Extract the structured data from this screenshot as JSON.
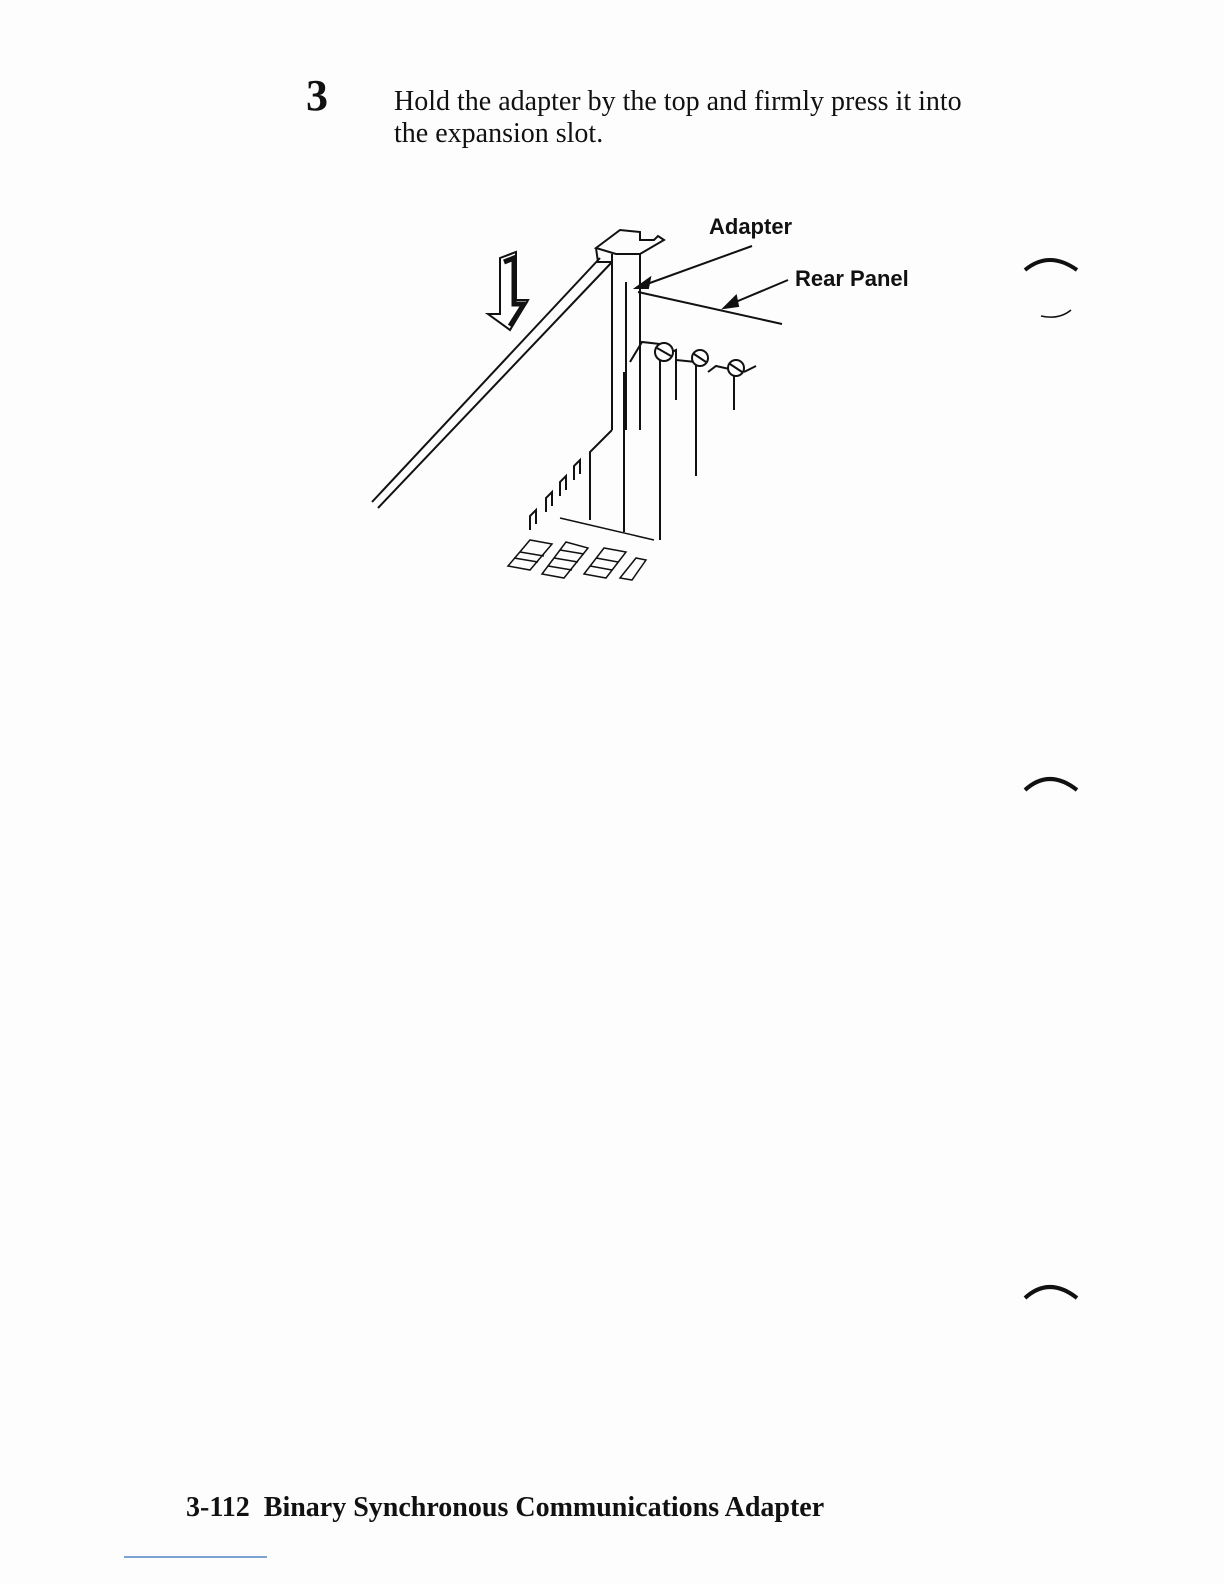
{
  "step": {
    "number": "3",
    "instruction": "Hold the adapter by the top and firmly press it into the expansion slot."
  },
  "figure": {
    "callouts": {
      "adapter": "Adapter",
      "rear_panel": "Rear Panel"
    },
    "icons": [
      "down-arrow-icon"
    ]
  },
  "footer": {
    "page_number": "3-112",
    "section_title": "Binary Synchronous Communications Adapter"
  }
}
